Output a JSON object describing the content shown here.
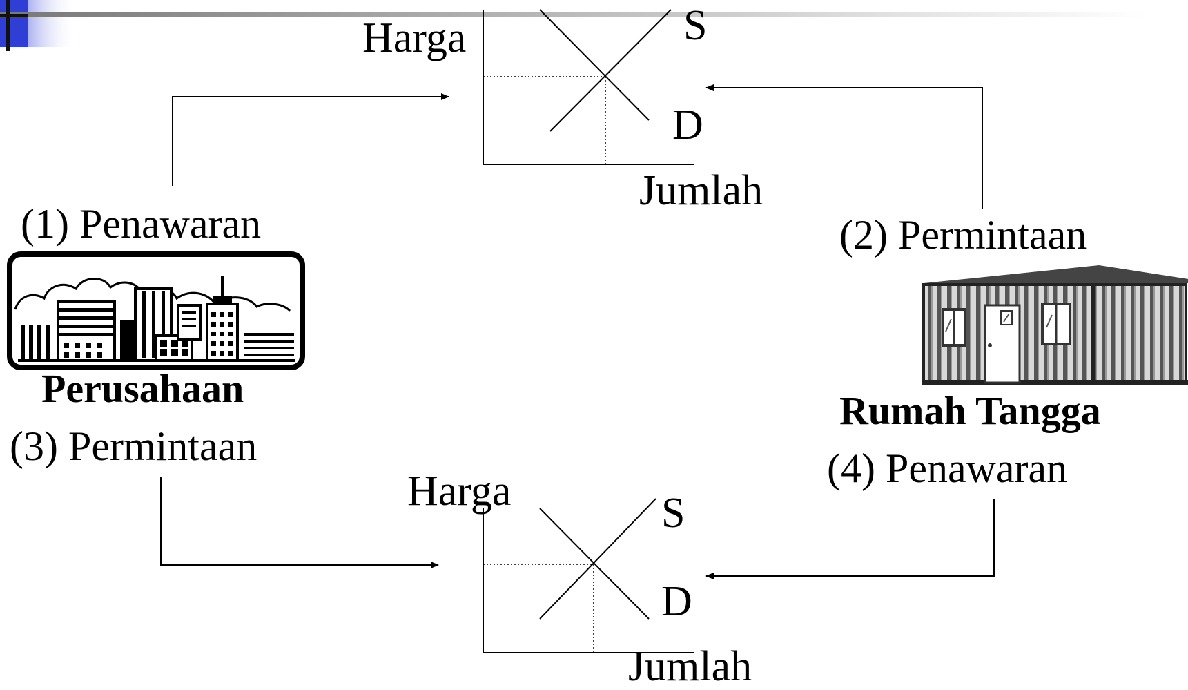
{
  "theme": {
    "accent_blue": "#2f3fd6",
    "line_color": "#000000",
    "header_bar": "#9a9a9a"
  },
  "top_market": {
    "y_axis_label": "Harga",
    "x_axis_label": "Jumlah",
    "supply_label": "S",
    "demand_label": "D"
  },
  "bottom_market": {
    "y_axis_label": "Harga",
    "x_axis_label": "Jumlah",
    "supply_label": "S",
    "demand_label": "D"
  },
  "firm": {
    "name": "Perusahaan",
    "icon": "city-skyline-icon",
    "flow_supply": "(1) Penawaran",
    "flow_demand": "(3) Permintaan"
  },
  "household": {
    "name": "Rumah Tangga",
    "icon": "house-container-icon",
    "flow_demand": "(2) Permintaan",
    "flow_supply": "(4) Penawaran"
  }
}
